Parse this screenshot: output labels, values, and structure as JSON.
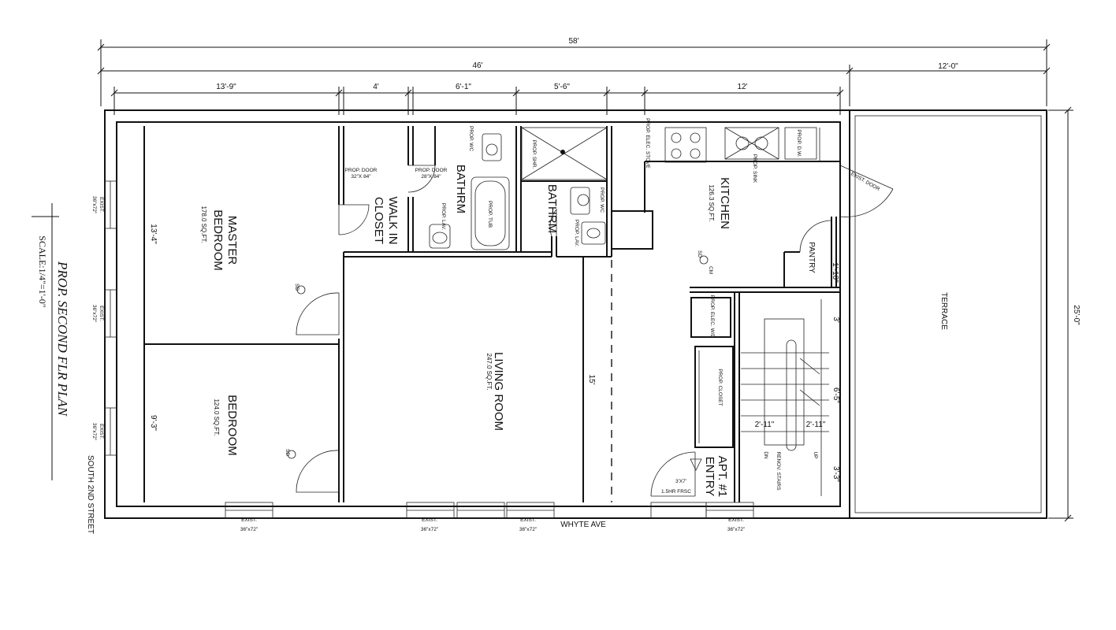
{
  "title": "PROP. SECOND FLR PLAN",
  "scale": "SCALE:1/4\"=1'-0\"",
  "streets": {
    "side": "SOUTH 2ND STREET",
    "front": "WHYTE AVE"
  },
  "dimensions": {
    "overall": "58'",
    "main": "46'",
    "terrace_width": "12'-0\"",
    "master_width": "13'-9\"",
    "closet_width": "4'",
    "bath1_width": "6'-1\"",
    "bath2_width": "5'-6\"",
    "kitchen_width": "12'",
    "depth": "25'-0\"",
    "master_depth": "13'-4\"",
    "bedroom_depth": "9'-3\"",
    "living_depth": "15'",
    "pantry_depth": "1'-10\"",
    "stair_a": "3'",
    "stair_b": "6'-5\"",
    "stair_c": "3'-3\"",
    "stair_w1": "2'-11\"",
    "stair_w2": "2'-11\""
  },
  "rooms": {
    "master": {
      "name1": "MASTER",
      "name2": "BEDROOM",
      "area": "178.0 SQ.FT."
    },
    "bedroom": {
      "name": "BEDROOM",
      "area": "124.0 SQ.FT."
    },
    "closet": {
      "name1": "WALK IN",
      "name2": "CLOSET"
    },
    "bath1": {
      "name": "BATHRM"
    },
    "bath2": {
      "name": "BATHRM"
    },
    "living": {
      "name": "LIVING ROOM",
      "area": "247.0 SQ.FT."
    },
    "kitchen": {
      "name": "KITCHEN",
      "area": "126.3 SQ.FT."
    },
    "pantry": {
      "name": "PANTRY"
    },
    "terrace": {
      "name": "TERRACE"
    },
    "entry": {
      "name1": "APT. #1",
      "name2": "ENTRY"
    }
  },
  "labels": {
    "prop_door_32": "PROP. DOOR",
    "size_32x84": "32\"X 84\"",
    "prop_door_28": "PROP. DOOR",
    "size_28x84": "28\"X 84\"",
    "exist_door": "EXIST. DOOR",
    "exist": "EXIST.",
    "window_size": "36\"x72\"",
    "fire_door1": "3'X7'",
    "fire_door2": "1.5HR FRSC",
    "sd_cm": "SD",
    "cm": "CM",
    "prop_closet": "PROP. CLOSET",
    "prop_elec_wh": "PROP. ELEC. W/D",
    "prop_elec_stove": "PROP. ELEC. STOVE",
    "prop_sink": "PROP. SINK",
    "prop_dw": "PROP. D.W.",
    "prop_tub": "PROP. TUB",
    "prop_lav": "PROP. LAV.",
    "prop_wc": "PROP. WC",
    "prop_shower": "PROP. SHR.",
    "renov_stairs": "RENOV. STAIRS",
    "up": "UP",
    "dn": "DN"
  },
  "colors": {
    "line": "#111111",
    "background": "#ffffff"
  }
}
